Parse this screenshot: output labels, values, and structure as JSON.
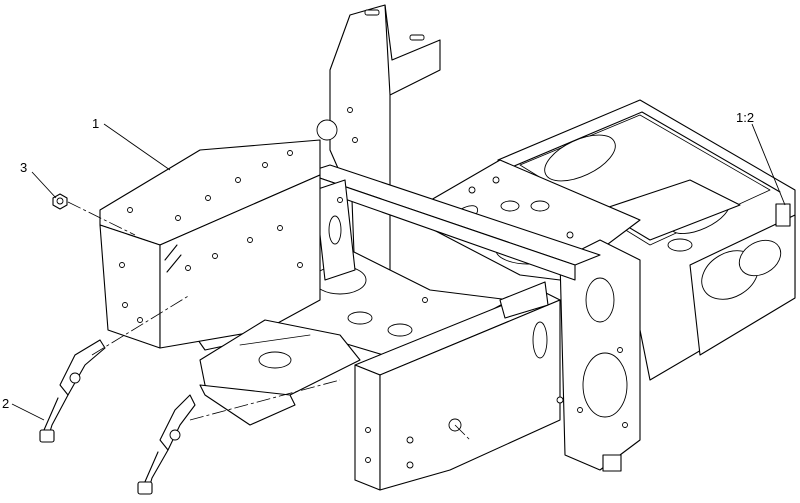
{
  "callouts": [
    {
      "id": "1",
      "label": "1"
    },
    {
      "id": "2",
      "label": "2"
    },
    {
      "id": "3",
      "label": "3"
    },
    {
      "id": "decal",
      "label": "1:2"
    }
  ]
}
